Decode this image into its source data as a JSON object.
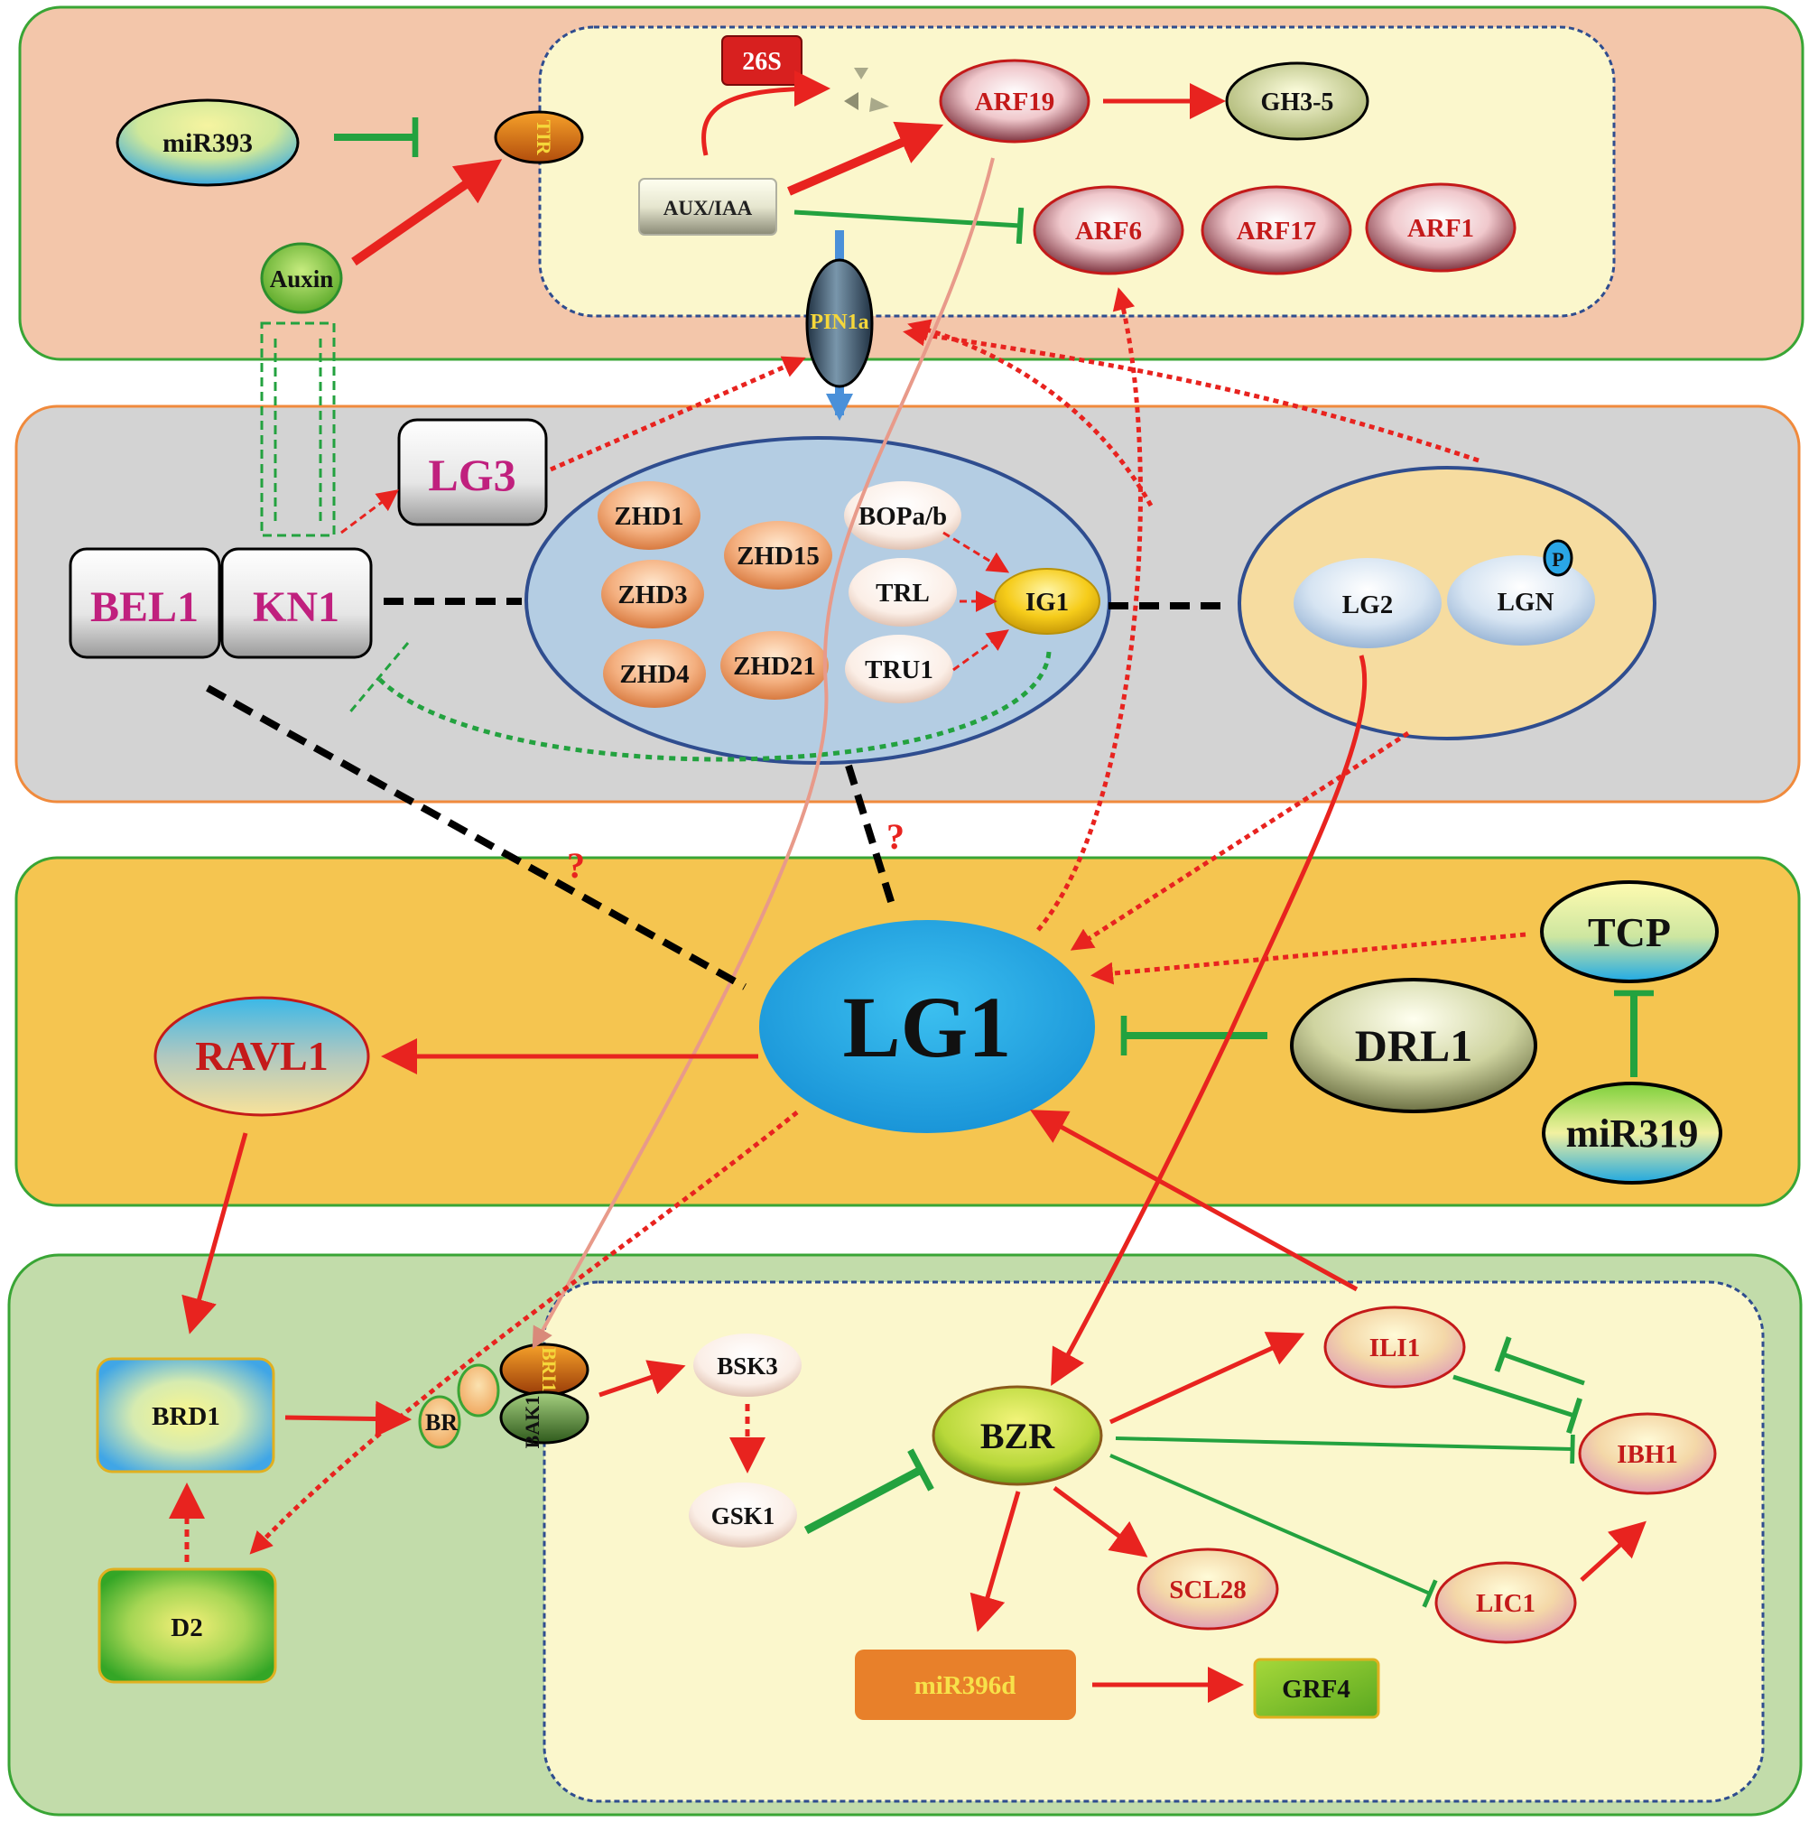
{
  "nodes": {
    "mir393": "miR393",
    "tir": "TIR",
    "auxin": "Auxin",
    "s26": "26S",
    "arf19": "ARF19",
    "gh35": "GH3-5",
    "auxiaa": "AUX/IAA",
    "arf6": "ARF6",
    "arf17": "ARF17",
    "arf1": "ARF1",
    "pin1a": "PIN1a",
    "lg3": "LG3",
    "bel1": "BEL1",
    "kn1": "KN1",
    "zhd1": "ZHD1",
    "zhd3": "ZHD3",
    "zhd4": "ZHD4",
    "zhd15": "ZHD15",
    "zhd21": "ZHD21",
    "bopa": "BOPa/b",
    "trl": "TRL",
    "tru1": "TRU1",
    "ig1": "IG1",
    "lg2": "LG2",
    "lgn": "LGN",
    "p": "P",
    "q1": "?",
    "q2": "?",
    "lg1": "LG1",
    "ravl1": "RAVL1",
    "tcp": "TCP",
    "drl1": "DRL1",
    "mir319": "miR319",
    "brd1": "BRD1",
    "d2": "D2",
    "br": "BR",
    "bri1": "BRI1",
    "bak1": "BAK1",
    "bsk3": "BSK3",
    "gsk1": "GSK1",
    "bzr": "BZR",
    "ili1": "ILI1",
    "ibh1": "IBH1",
    "lic1": "LIC1",
    "scl28": "SCL28",
    "mir396d": "miR396d",
    "grf4": "GRF4"
  },
  "colors": {
    "activation": "#e8231f",
    "repression": "#23a23f",
    "unknown": "#000000",
    "auxin_band": "#f3c6aa",
    "lg_band": "#d3d3d3",
    "lg1_band": "#f5c550",
    "br_band": "#c2dcaa"
  }
}
